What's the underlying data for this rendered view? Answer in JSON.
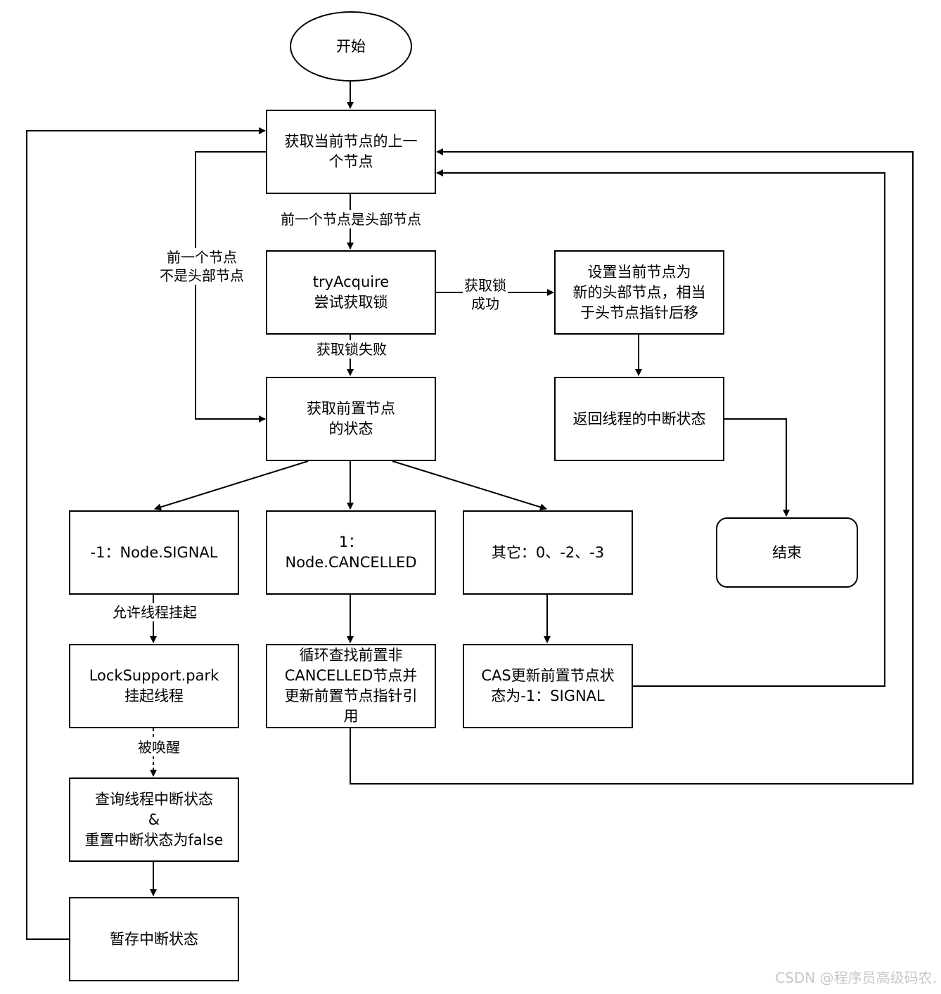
{
  "nodes": {
    "start": "开始",
    "get_prev": "获取当前节点的上一\n个节点",
    "try_acquire": "tryAcquire\n尝试获取锁",
    "set_head": "设置当前节点为\n新的头部节点，相当\n于头节点指针后移",
    "get_status": "获取前置节点\n的状态",
    "return_interrupt": "返回线程的中断状态",
    "signal": "-1：Node.SIGNAL",
    "cancelled": "1：\nNode.CANCELLED",
    "other": "其它：0、-2、-3",
    "end": "结束",
    "park": "LockSupport.park\n挂起线程",
    "loop_find": "循环查找前置非\nCANCELLED节点并\n更新前置节点指针引\n用",
    "cas_update": "CAS更新前置节点状\n态为-1：SIGNAL",
    "query_interrupt": "查询线程中断状态\n&\n重置中断状态为false",
    "save_interrupt": "暂存中断状态"
  },
  "edge_labels": {
    "prev_is_head": "前一个节点是头部节点",
    "prev_not_head": "前一个节点\n不是头部节点",
    "acquire_success": "获取锁\n成功",
    "acquire_fail": "获取锁失败",
    "allow_park": "允许线程挂起",
    "woken_up": "被唤醒"
  },
  "watermark": "CSDN @程序员高级码农."
}
